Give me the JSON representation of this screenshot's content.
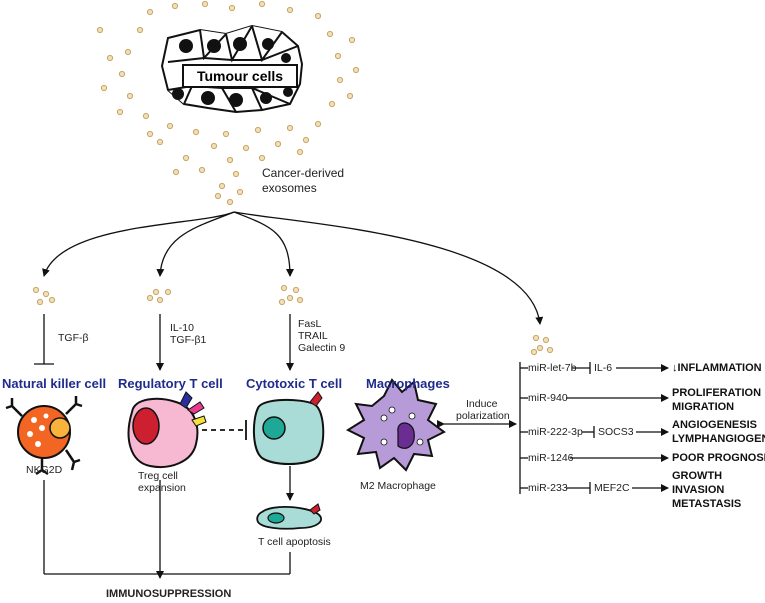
{
  "tumour": {
    "label": "Tumour cells"
  },
  "exosomes": {
    "label_line1": "Cancer-derived",
    "label_line2": "exosomes"
  },
  "nk": {
    "title": "Natural killer cell",
    "factor": "TGF-β",
    "receptor": "NKG2D"
  },
  "treg": {
    "title": "Regulatory T cell",
    "factor_line1": "IL-10",
    "factor_line2": "TGF-β1",
    "caption_line1": "Treg cell",
    "caption_line2": "expansion"
  },
  "ctl": {
    "title": "Cytotoxic T cell",
    "factor_line1": "FasL",
    "factor_line2": "TRAIL",
    "factor_line3": "Galectin 9",
    "caption": "T cell apoptosis"
  },
  "macrophage": {
    "title": "Macrophages",
    "caption": "M2 Macrophage",
    "induce_line1": "Induce",
    "induce_line2": "polarization"
  },
  "mirnas": [
    {
      "name": "miR-let-7b",
      "target": "IL-6",
      "effect_line1": "↓INFLAMMATION",
      "effect_line2": "",
      "effect_line3": ""
    },
    {
      "name": "miR-940",
      "target": "",
      "effect_line1": "PROLIFERATION",
      "effect_line2": "MIGRATION",
      "effect_line3": ""
    },
    {
      "name": "miR-222-3p",
      "target": "SOCS3",
      "effect_line1": "ANGIOGENESIS",
      "effect_line2": "LYMPHANGIOGENESIS",
      "effect_line3": ""
    },
    {
      "name": "miR-1246",
      "target": "",
      "effect_line1": "POOR PROGNOSIS",
      "effect_line2": "",
      "effect_line3": ""
    },
    {
      "name": "miR-233",
      "target": "MEF2C",
      "effect_line1": "GROWTH",
      "effect_line2": "INVASION",
      "effect_line3": "METASTASIS"
    }
  ],
  "outcome": {
    "label": "IMMUNOSUPPRESSION"
  },
  "colors": {
    "title_blue": "#1f2c8c",
    "exosome": "#e6cfa0",
    "nk_cell": "#f26522",
    "treg_cell": "#f7b8d2",
    "ctl_cell": "#a9dcd6",
    "macrophage": "#b79ad8",
    "nucleus_purple": "#6a2d91"
  }
}
